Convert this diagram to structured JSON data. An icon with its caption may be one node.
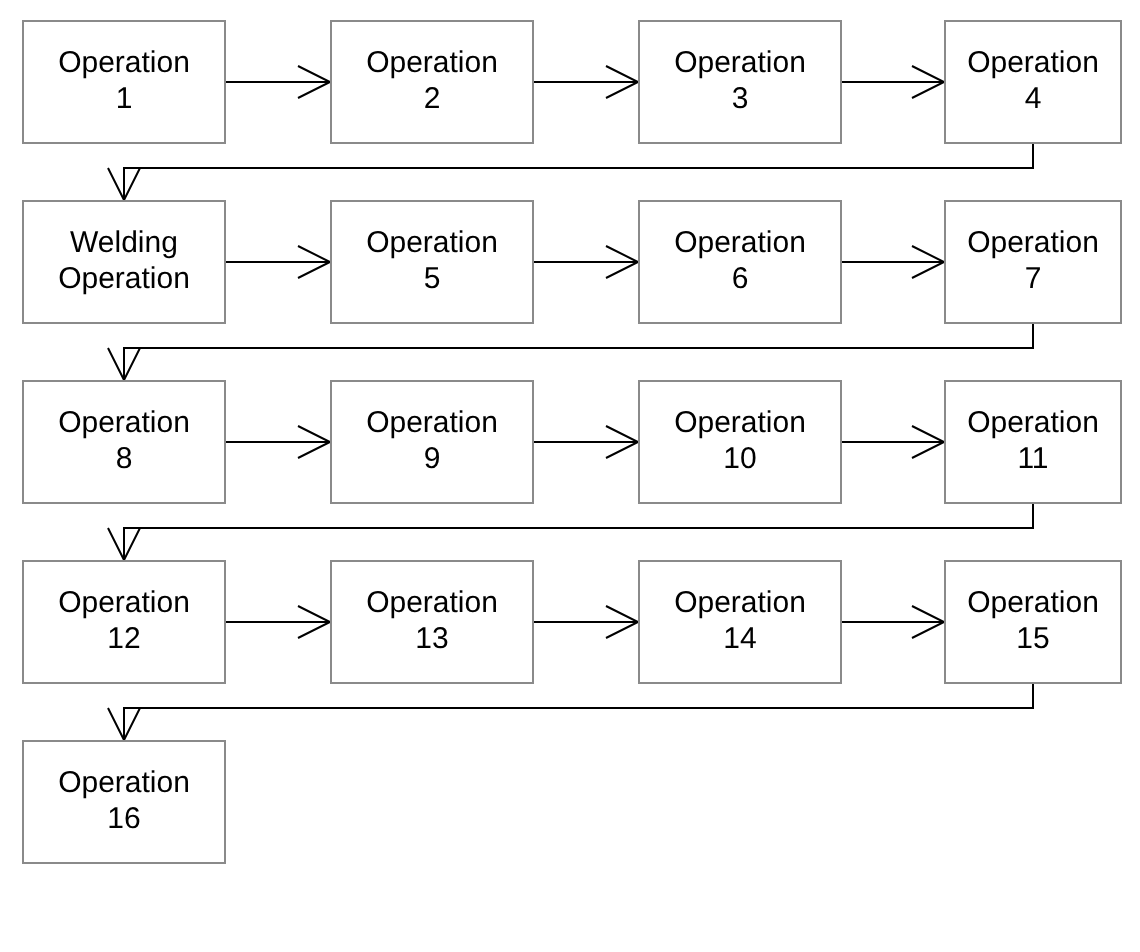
{
  "diagram": {
    "nodes": [
      {
        "text": [
          "Operation 1"
        ]
      },
      {
        "text": [
          "Operation 2"
        ]
      },
      {
        "text": [
          "Operation 3"
        ]
      },
      {
        "text": [
          "Operation 4"
        ]
      },
      {
        "text": [
          "Welding Operation"
        ]
      },
      {
        "text": [
          "Operation 5"
        ]
      },
      {
        "text": [
          "Operation 6"
        ]
      },
      {
        "text": [
          "Operation 7"
        ]
      },
      {
        "text": [
          "Operation 8"
        ]
      },
      {
        "text": [
          "Operation 9"
        ]
      },
      {
        "text": [
          "Operation 10"
        ]
      },
      {
        "text": [
          "Operation 11"
        ]
      },
      {
        "text": [
          "Operation 12"
        ]
      },
      {
        "text": [
          "Operation 13"
        ]
      },
      {
        "text": [
          "Operation 14"
        ]
      },
      {
        "text": [
          "Operation 15"
        ]
      },
      {
        "text": [
          "Operation 16"
        ]
      }
    ],
    "edges": [
      {
        "from": 0,
        "to": 1,
        "arrow": "to"
      },
      {
        "from": 1,
        "to": 2,
        "arrow": "to"
      },
      {
        "from": 2,
        "to": 3,
        "arrow": "to"
      },
      {
        "from": 3,
        "to": 4,
        "arrow": "to"
      },
      {
        "from": 4,
        "to": 5,
        "arrow": "to"
      },
      {
        "from": 5,
        "to": 6,
        "arrow": "to"
      },
      {
        "from": 6,
        "to": 7,
        "arrow": "to"
      },
      {
        "from": 7,
        "to": 8,
        "arrow": "to"
      },
      {
        "from": 8,
        "to": 9,
        "arrow": "to"
      },
      {
        "from": 9,
        "to": 10,
        "arrow": "to"
      },
      {
        "from": 10,
        "to": 11,
        "arrow": "to"
      },
      {
        "from": 11,
        "to": 12,
        "arrow": "to"
      },
      {
        "from": 12,
        "to": 13,
        "arrow": "to"
      },
      {
        "from": 13,
        "to": 14,
        "arrow": "to"
      },
      {
        "from": 14,
        "to": 15,
        "arrow": "to"
      },
      {
        "from": 15,
        "to": 16,
        "arrow": "to"
      }
    ]
  }
}
